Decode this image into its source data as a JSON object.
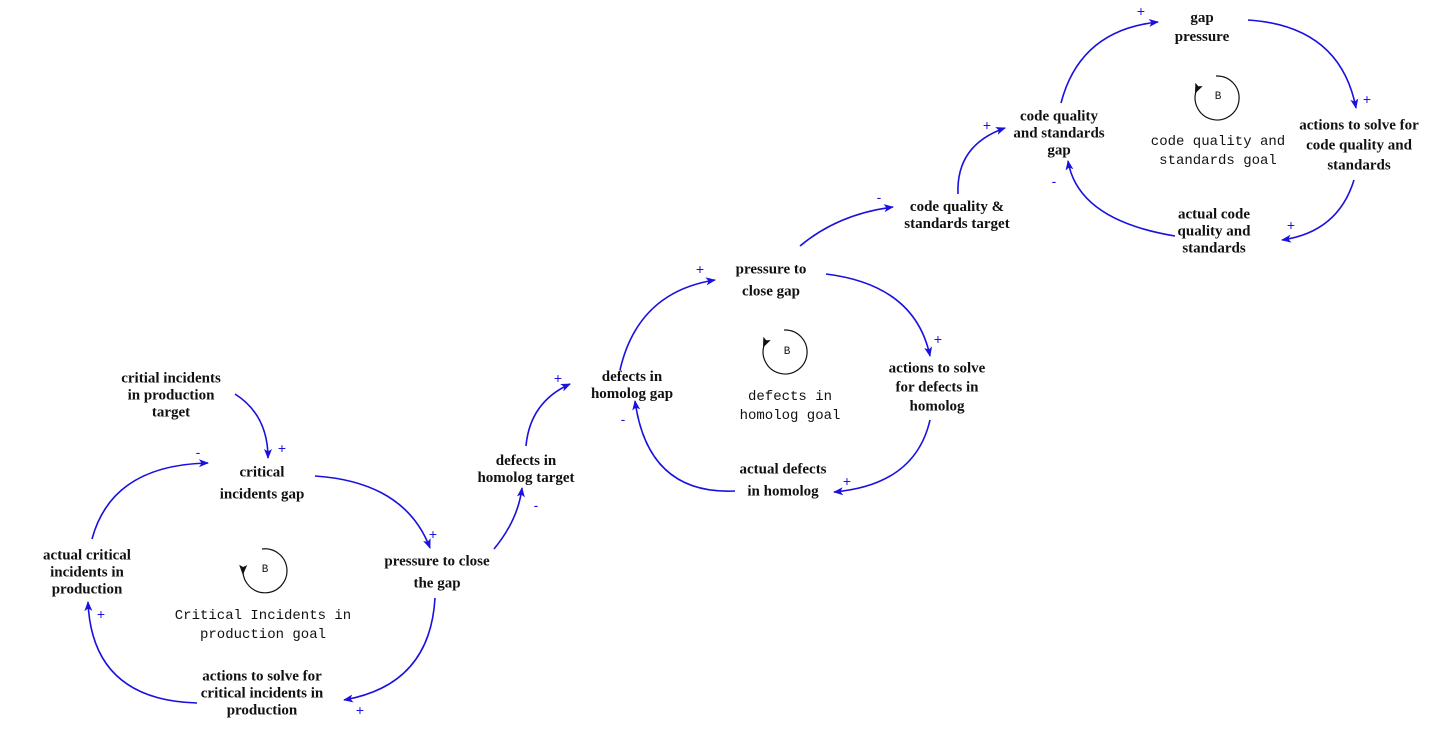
{
  "accent_color": "#1a10e0",
  "loop_marker_color": "#111111",
  "nodes": {
    "critical_target": [
      "critial incidents",
      "in production",
      "target"
    ],
    "critical_gap": [
      "critical",
      "incidents gap"
    ],
    "pressure_close_the_gap": [
      "pressure to close",
      "the gap"
    ],
    "actions_critical": [
      "actions to solve for",
      "critical incidents in",
      "production"
    ],
    "actual_critical": [
      "actual critical",
      "incidents in",
      "production"
    ],
    "homolog_target": [
      "defects in",
      "homolog target"
    ],
    "homolog_gap": [
      "defects in",
      "homolog gap"
    ],
    "pressure_close_gap": [
      "pressure to",
      "close gap"
    ],
    "actions_homolog": [
      "actions to solve",
      "for defects in",
      "homolog"
    ],
    "actual_homolog": [
      "actual defects",
      "in homolog"
    ],
    "cq_target": [
      "code quality &",
      "standards target"
    ],
    "cq_gap": [
      "code quality",
      "and standards",
      "gap"
    ],
    "gap_pressure": [
      "gap",
      "pressure"
    ],
    "actions_cq": [
      "actions to solve for",
      "code quality and",
      "standards"
    ],
    "actual_cq": [
      "actual code",
      "quality and",
      "standards"
    ]
  },
  "loops": {
    "critical": {
      "type": "B",
      "name": [
        "Critical Incidents in",
        "production goal"
      ]
    },
    "homolog": {
      "type": "B",
      "name": [
        "defects in",
        "homolog goal"
      ]
    },
    "cq": {
      "type": "B",
      "name": [
        "code quality and",
        "standards goal"
      ]
    }
  },
  "signs": {
    "s1": "+",
    "s2": "-",
    "s3": "+",
    "s4": "+",
    "s5": "+",
    "s6": "-",
    "s7": "+",
    "s8": "-",
    "s9": "+",
    "s10": "+",
    "s11": "+",
    "s12": "-",
    "s13": "+",
    "s14": "-",
    "s15": "+",
    "s16": "+",
    "s17": "+"
  }
}
